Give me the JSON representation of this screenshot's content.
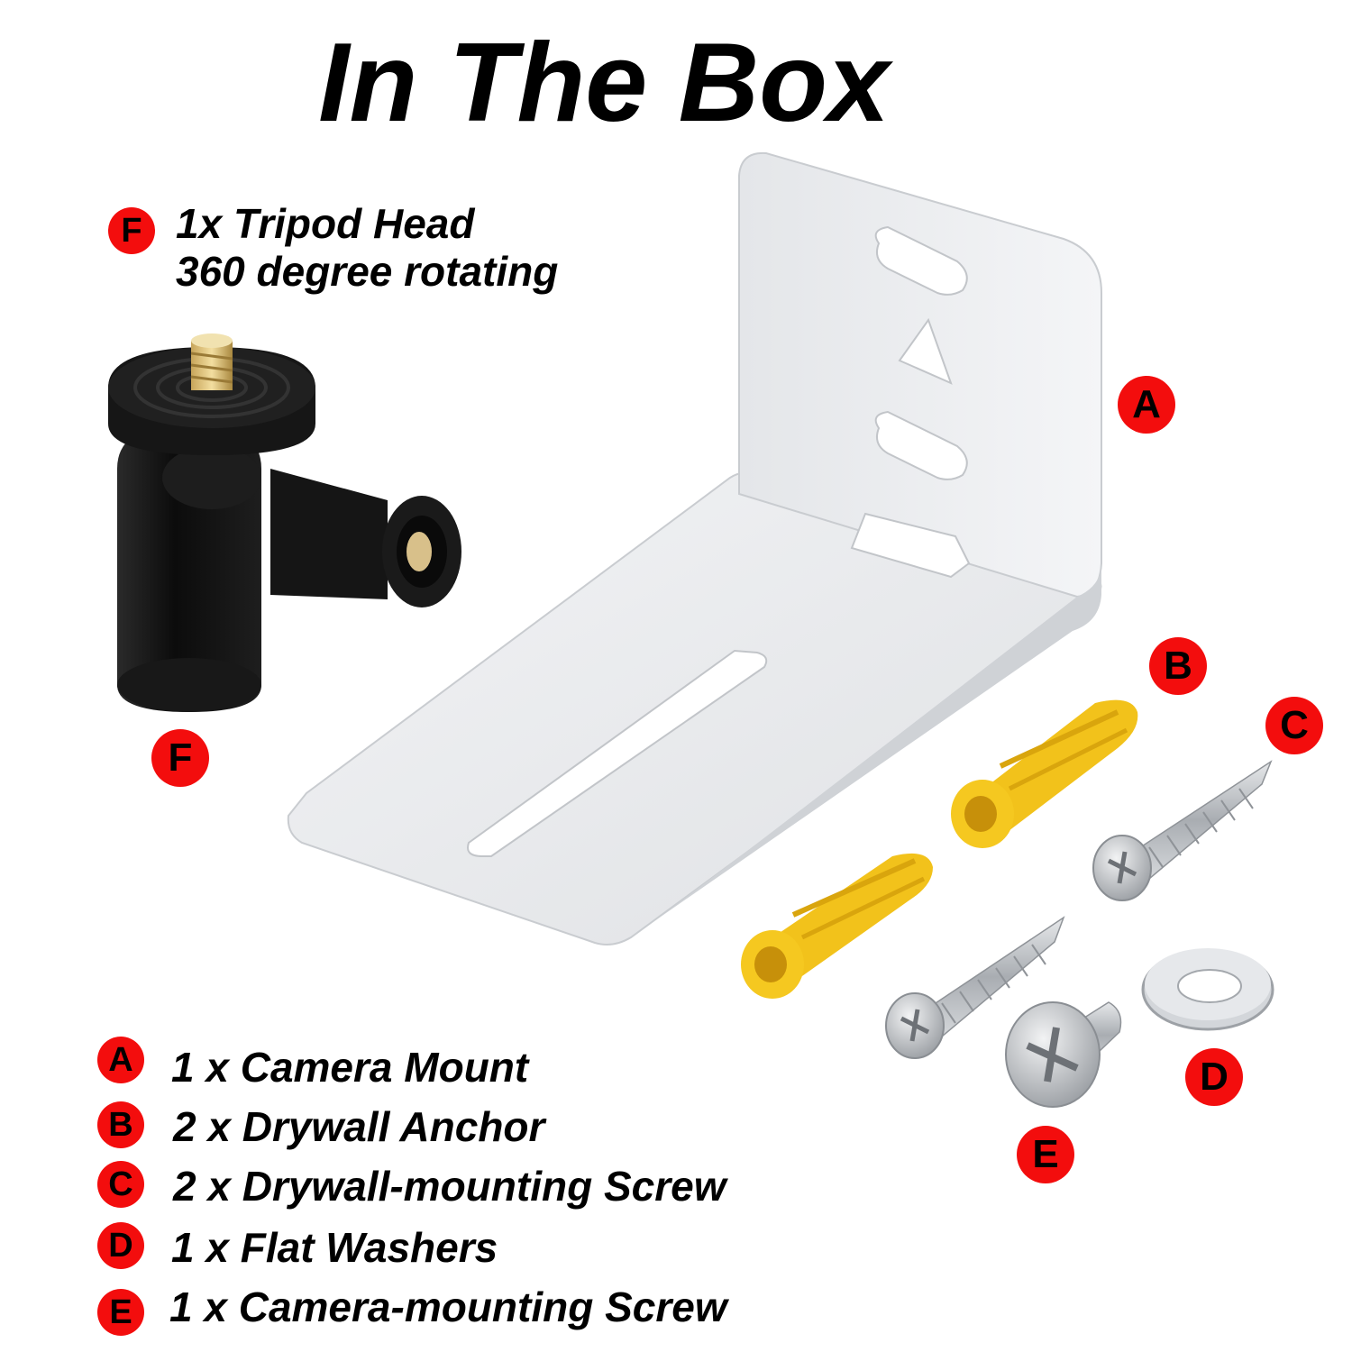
{
  "title": "In The Box",
  "tripod": {
    "badge": "F",
    "line1": "1x Tripod Head",
    "line2": "360 degree rotating"
  },
  "callouts": {
    "a": "A",
    "b": "B",
    "c": "C",
    "d": "D",
    "e": "E",
    "f": "F"
  },
  "items": [
    {
      "badge": "A",
      "text": "1 x Camera Mount"
    },
    {
      "badge": "B",
      "text": "2 x Drywall Anchor"
    },
    {
      "badge": "C",
      "text": "2 x Drywall-mounting Screw"
    },
    {
      "badge": "D",
      "text": "1 x  Flat Washers"
    },
    {
      "badge": "E",
      "text": "1 x Camera-mounting Screw"
    }
  ],
  "colors": {
    "badge": "#f30d0d",
    "bracket": "#e9ebee",
    "anchor": "#f2c21b",
    "screw": "#b9bcc0",
    "tripod": "#121212"
  }
}
